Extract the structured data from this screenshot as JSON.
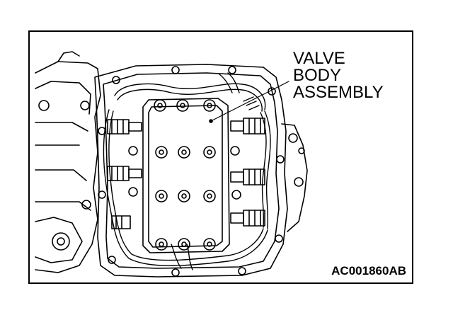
{
  "callout": {
    "line1": "VALVE",
    "line2": "BODY",
    "line3": "ASSEMBLY"
  },
  "figure_id": "AC001860AB",
  "colors": {
    "ink": "#000000",
    "paper": "#ffffff"
  }
}
